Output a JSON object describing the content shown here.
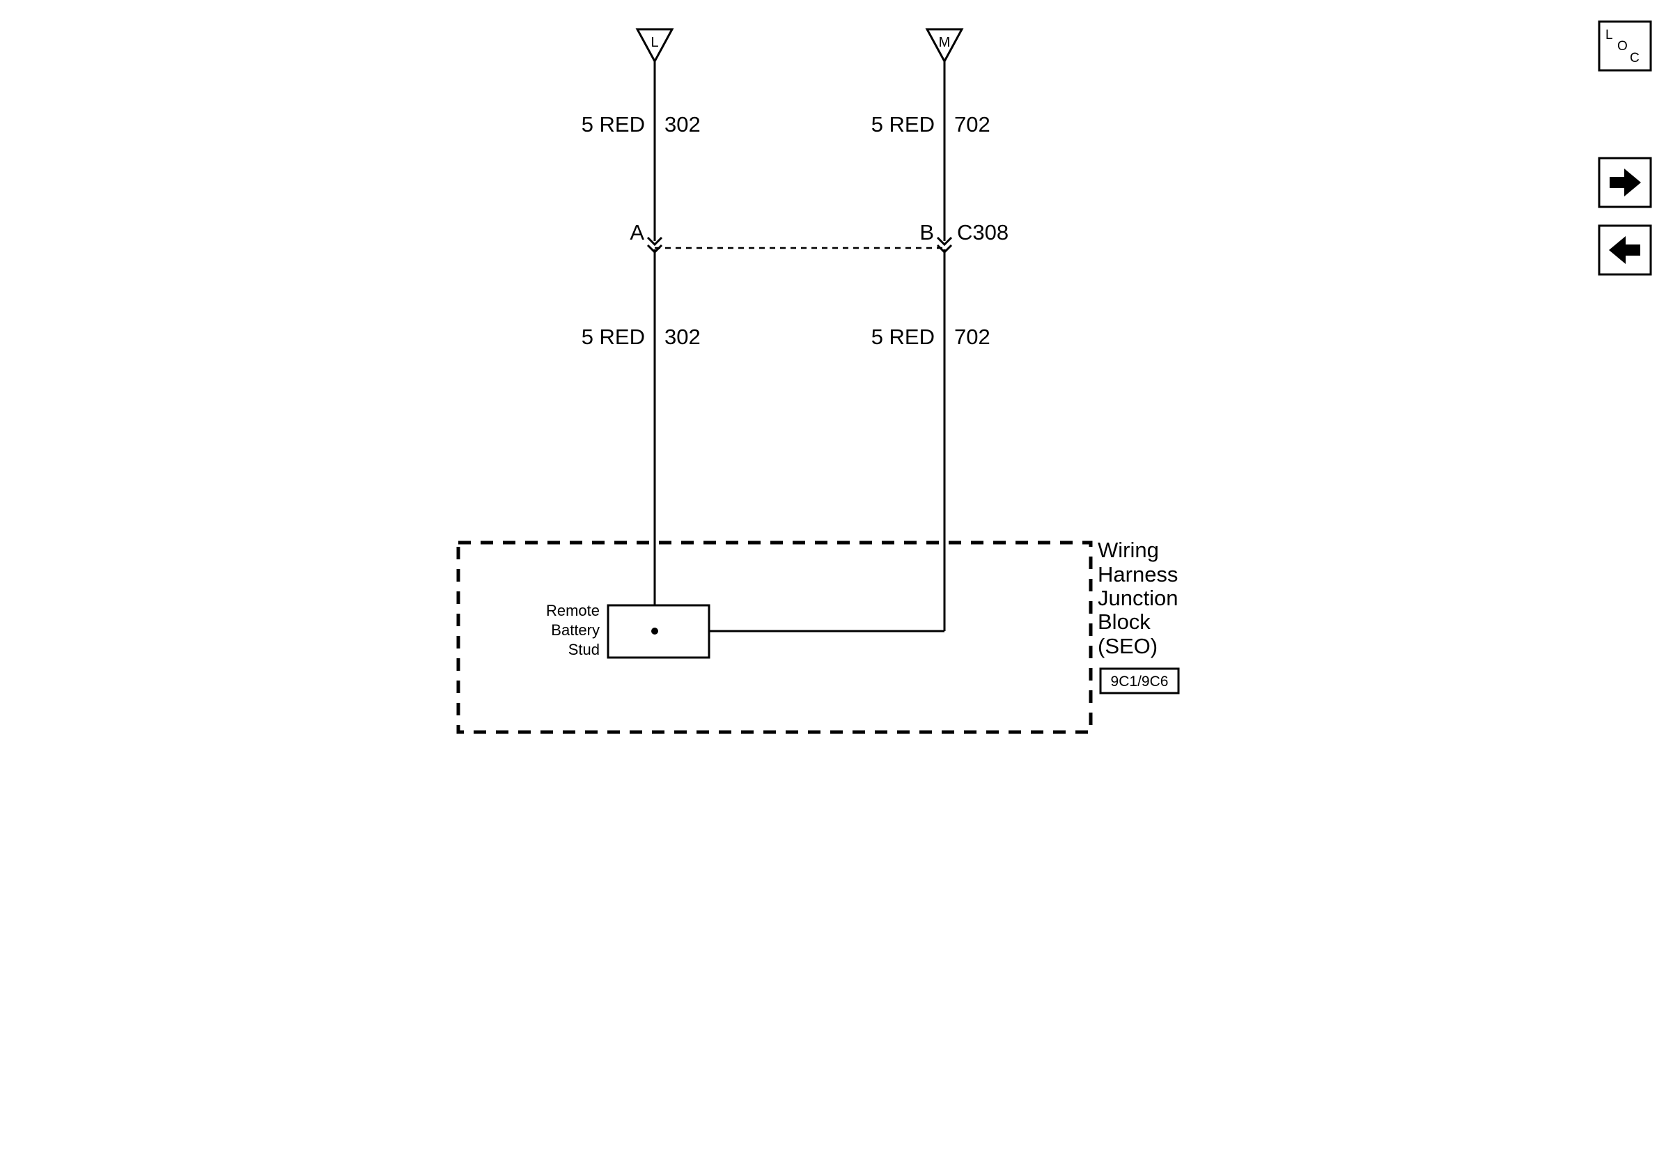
{
  "connectors_top": [
    {
      "letter": "L"
    },
    {
      "letter": "M"
    }
  ],
  "wires": {
    "upper_left": {
      "gauge_color": "5 RED",
      "circuit": "302"
    },
    "upper_right": {
      "gauge_color": "5 RED",
      "circuit": "702"
    },
    "lower_left": {
      "gauge_color": "5 RED",
      "circuit": "302"
    },
    "lower_right": {
      "gauge_color": "5 RED",
      "circuit": "702"
    }
  },
  "connector_c308": {
    "name": "C308",
    "pin_left": "A",
    "pin_right": "B"
  },
  "stud_label": [
    "Remote",
    "Battery",
    "Stud"
  ],
  "component": {
    "name_lines": [
      "Wiring",
      "Harness",
      "Junction",
      "Block",
      "(SEO)"
    ],
    "ref": "9C1/9C6"
  },
  "nav": {
    "loc_letters": [
      "L",
      "O",
      "C"
    ],
    "forward_icon": "arrow-right-icon",
    "back_icon": "arrow-left-icon"
  }
}
